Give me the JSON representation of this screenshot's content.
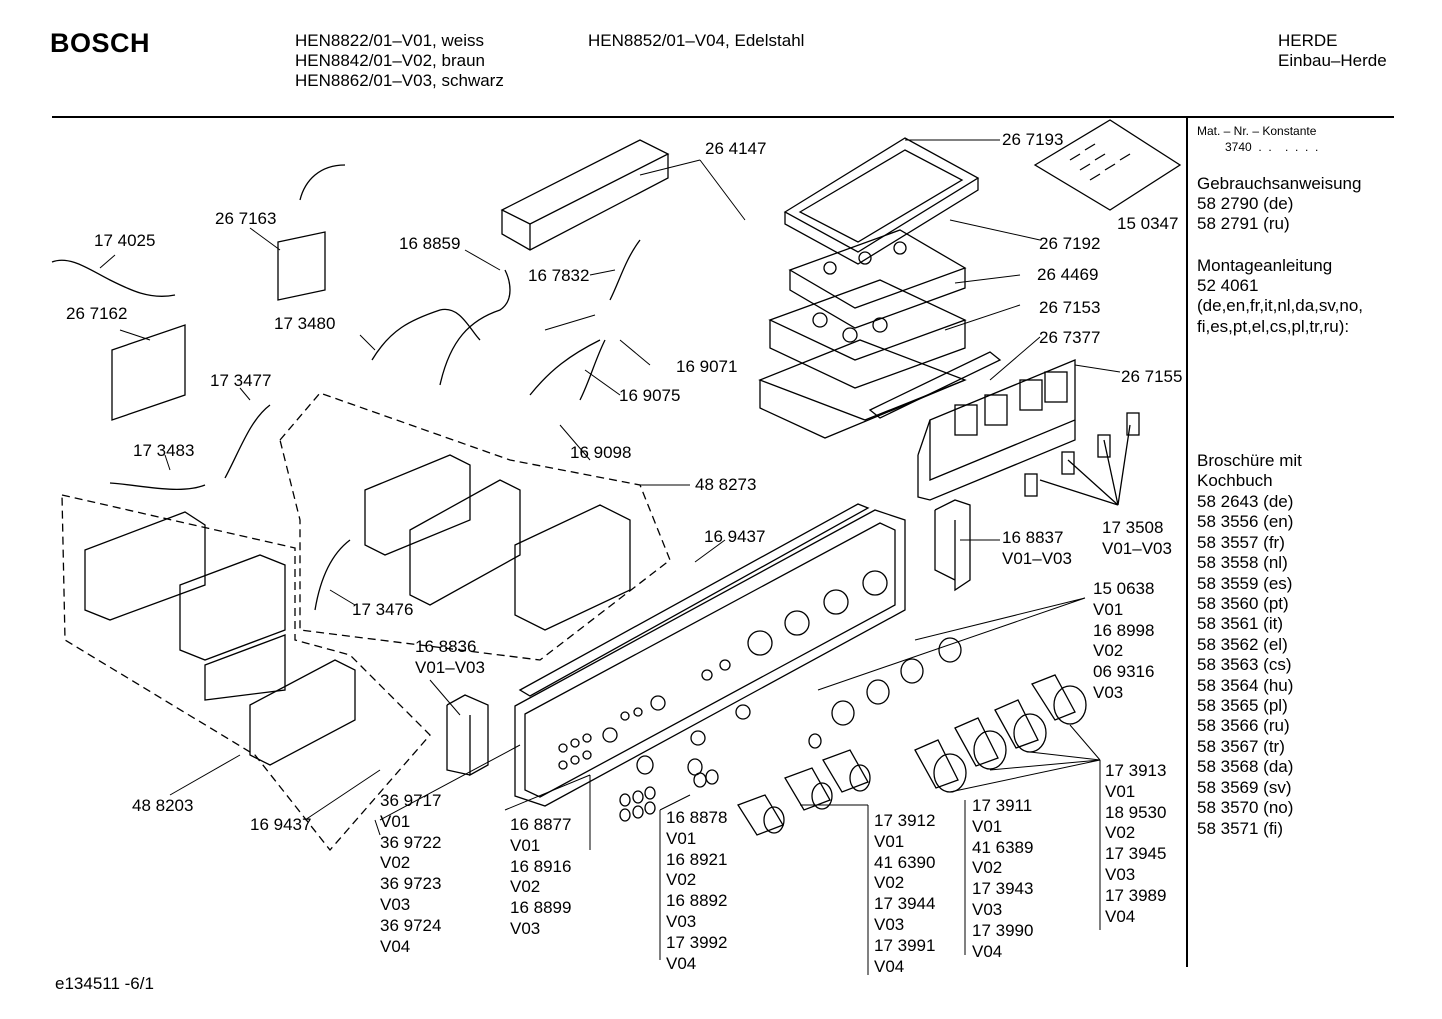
{
  "header": {
    "brand": "BOSCH",
    "models_col1": "HEN8822/01–V01, weiss\nHEN8842/01–V02, braun\nHEN8862/01–V03, schwarz",
    "models_col2": "HEN8852/01–V04, Edelstahl",
    "category": "HERDE\nEinbau–Herde"
  },
  "parts": {
    "p264147": "26 4147",
    "p267193": "26 7193",
    "p150347": "15 0347",
    "p267163": "26 7163",
    "p174025": "17 4025",
    "p168859": "16 8859",
    "p167832": "16 7832",
    "p267192": "26 7192",
    "p264469": "26 4469",
    "p267162": "26 7162",
    "p173480": "17 3480",
    "p267153": "26 7153",
    "p267377": "26 7377",
    "p169071": "16 9071",
    "p267155": "26 7155",
    "p173477": "17 3477",
    "p169075": "16 9075",
    "p173483": "17 3483",
    "p169098": "16 9098",
    "p488273": "48 8273",
    "p169437a": "16 9437",
    "p168837": "16 8837\nV01–V03",
    "p173508": "17 3508\nV01–V03",
    "p173476": "17 3476",
    "p168836": "16 8836\nV01–V03",
    "p150638": "15 0638\nV01\n16 8998\nV02\n06 9316\nV03",
    "p488203": "48 8203",
    "p169437b": "16 9437",
    "p369717": "36 9717\nV01\n36 9722\nV02\n36 9723\nV03\n36 9724\nV04",
    "p168877": "16 8877\nV01\n16 8916\nV02\n16 8899\nV03",
    "p168878": "16 8878\nV01\n16 8921\nV02\n16 8892\nV03\n17 3992\nV04",
    "p173912": "17 3912\nV01\n41 6390\nV02\n17 3944\nV03\n17 3991\nV04",
    "p173911": "17 3911\nV01\n41 6389\nV02\n17 3943\nV03\n17 3990\nV04",
    "p173913": "17 3913\nV01\n18 9530\nV02\n17 3945\nV03\n17 3989\nV04"
  },
  "sidebar": {
    "mat_title": "Mat. – Nr. – Konstante",
    "mat_value": "3740  .  .    .  .  .  .",
    "manual_title": "Gebrauchsanweisung",
    "manual_items": "58 2790 (de)\n58 2791 (ru)",
    "assembly_title": "Montageanleitung",
    "assembly_items": "52 4061\n(de,en,fr,it,nl,da,sv,no,\nfi,es,pt,el,cs,pl,tr,ru):",
    "brochure_title": "Broschüre mit\nKochbuch",
    "brochure_items": "58 2643 (de)\n58 3556 (en)\n58 3557 (fr)\n58 3558 (nl)\n58 3559 (es)\n58 3560 (pt)\n58 3561 (it)\n58 3562 (el)\n58 3563 (cs)\n58 3564 (hu)\n58 3565 (pl)\n58 3566 (ru)\n58 3567 (tr)\n58 3568 (da)\n58 3569 (sv)\n58 3570 (no)\n58 3571 (fi)"
  },
  "footer": {
    "drawing_id": "e134511 -6/1"
  }
}
